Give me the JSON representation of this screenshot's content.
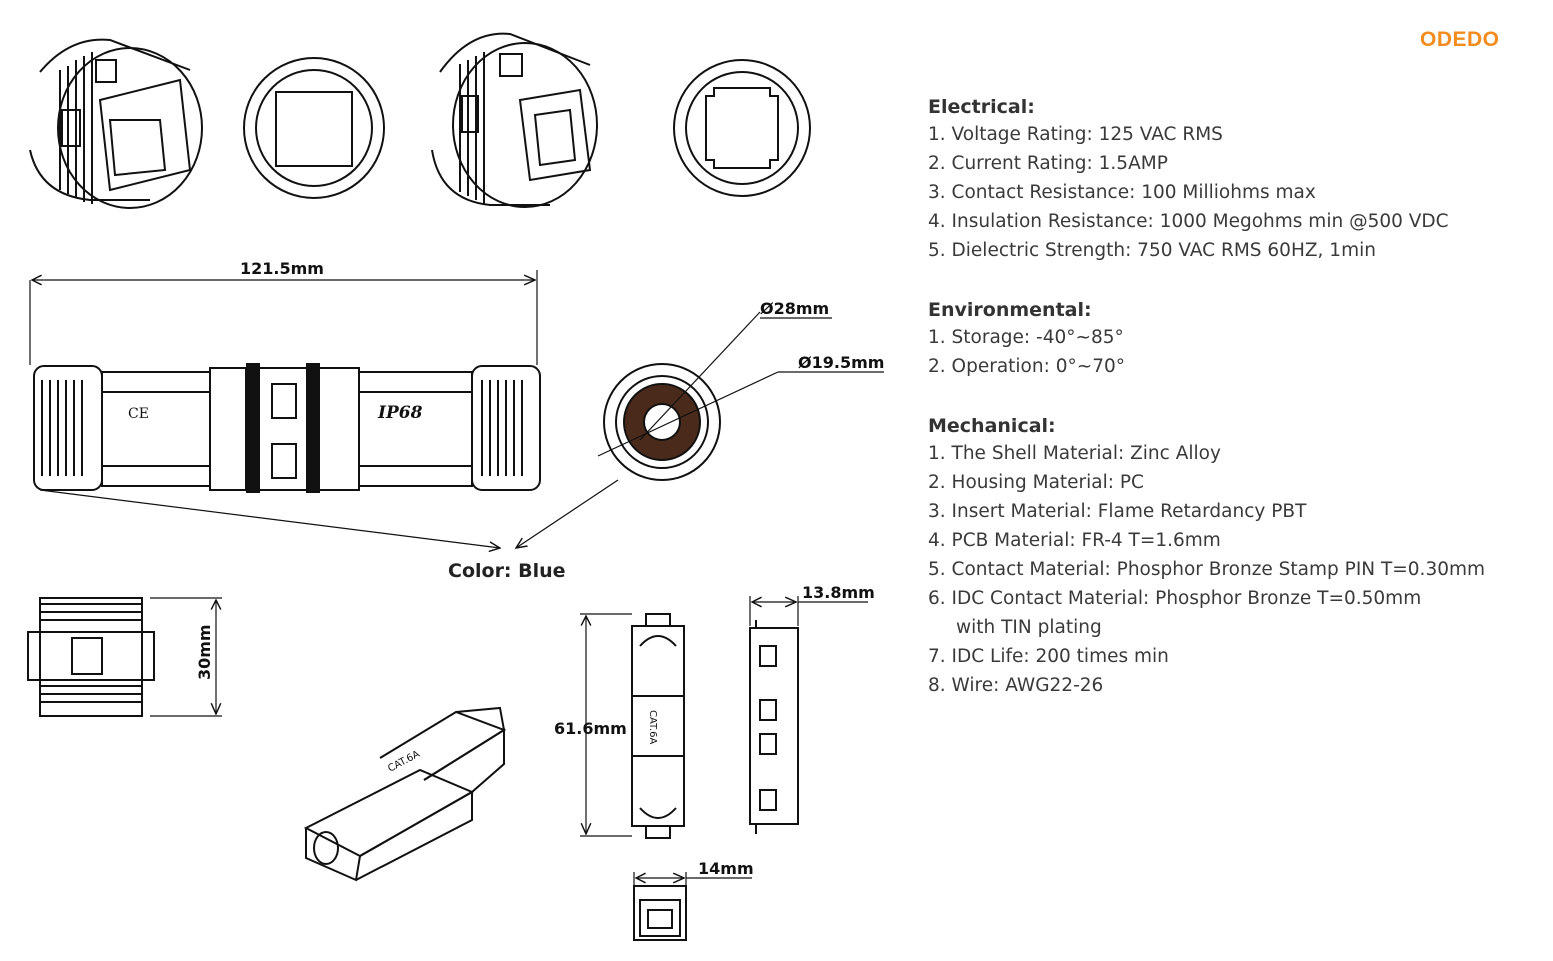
{
  "brand": "ODEDO",
  "specs": {
    "electrical": {
      "title": "Electrical:",
      "items": [
        "1. Voltage Rating: 125 VAC RMS",
        "2. Current Rating: 1.5AMP",
        "3. Contact Resistance: 100 Milliohms max",
        "4. Insulation Resistance: 1000 Megohms min @500 VDC",
        "5. Dielectric Strength: 750 VAC RMS 60HZ, 1min"
      ]
    },
    "environmental": {
      "title": "Environmental:",
      "items": [
        "1. Storage: -40°~85°",
        "2. Operation: 0°~70°"
      ]
    },
    "mechanical": {
      "title": "Mechanical:",
      "items": [
        "1. The Shell Material: Zinc Alloy",
        "2. Housing Material: PC",
        "3. Insert Material: Flame Retardancy PBT",
        "4. PCB Material: FR-4 T=1.6mm",
        "5. Contact Material: Phosphor Bronze Stamp PIN T=0.30mm",
        "6. IDC Contact Material: Phosphor Bronze T=0.50mm",
        "   with TIN plating",
        "7. IDC Life: 200 times min",
        "8. Wire: AWG22-26"
      ]
    }
  },
  "dimensions": {
    "length": "121.5mm",
    "outer_diameter": "Ø28mm",
    "inner_diameter": "Ø19.5mm",
    "height": "30mm",
    "module_length": "61.6mm",
    "module_depth": "13.8mm",
    "module_width": "14mm"
  },
  "markings": {
    "ce": "CE",
    "ip": "IP68",
    "cat": "CAT.6A"
  },
  "color_label": "Color: Blue"
}
